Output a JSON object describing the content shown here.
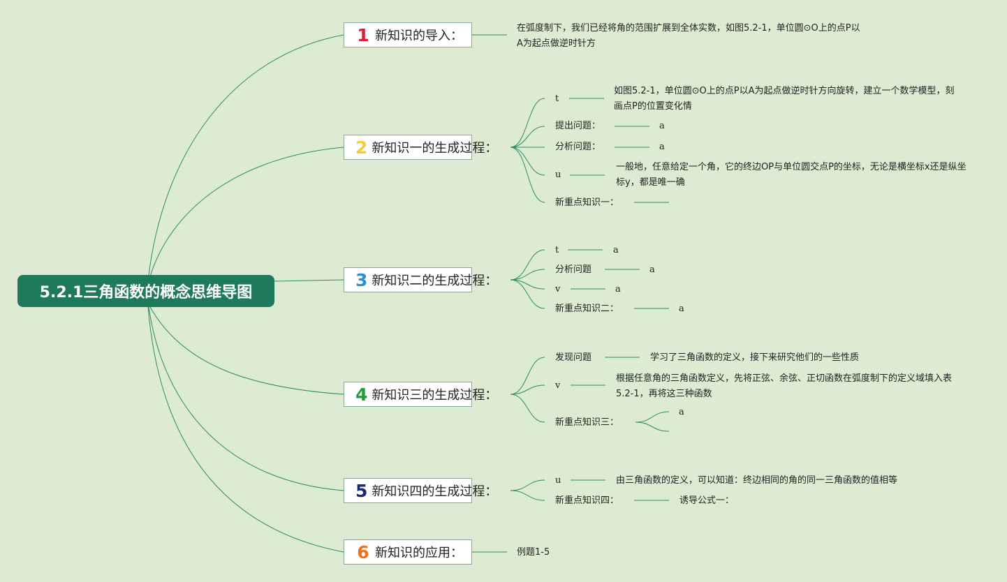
{
  "root": {
    "title": "5.2.1三角函数的概念思维导图"
  },
  "colors": {
    "background": "#dcebd2",
    "root_fill": "#1e7a5b",
    "line": "#2e8b5f",
    "num1": "#d6213c",
    "num2": "#f2cf3a",
    "num3": "#2a8fd6",
    "num4": "#2a9a3a",
    "num5": "#1d2a6e",
    "num6": "#f07020"
  },
  "branches": [
    {
      "number": "1",
      "label": "新知识的导入：",
      "children": [
        {
          "label": "",
          "value": "在弧度制下，我们已经将角的范围扩展到全体实数，如图5.2-1，单位圆⊙O上的点P以A为起点做逆时针方"
        }
      ]
    },
    {
      "number": "2",
      "label": "新知识一的生成过程：",
      "children": [
        {
          "label": "t",
          "value": "如图5.2-1，单位圆⊙O上的点P以A为起点做逆时针方向旋转，建立一个数学模型，刻画点P的位置变化情"
        },
        {
          "label": "提出问题：",
          "value": "a"
        },
        {
          "label": "分析问题：",
          "value": "a"
        },
        {
          "label": "u",
          "value": "一般地，任意给定一个角，它的终边OP与单位圆交点P的坐标，无论是横坐标x还是纵坐标y，都是唯一确"
        },
        {
          "label": "新重点知识一：",
          "value": ""
        }
      ]
    },
    {
      "number": "3",
      "label": "新知识二的生成过程：",
      "children": [
        {
          "label": "t",
          "value": "a"
        },
        {
          "label": "分析问题",
          "value": "a"
        },
        {
          "label": "v",
          "value": "a"
        },
        {
          "label": "新重点知识二：",
          "value": "a"
        }
      ]
    },
    {
      "number": "4",
      "label": "新知识三的生成过程：",
      "children": [
        {
          "label": "发现问题",
          "value": "学习了三角函数的定义，接下来研究他们的一些性质"
        },
        {
          "label": "v",
          "value": "根据任意角的三角函数定义，先将正弦、余弦、正切函数在弧度制下的定义域填入表5.2-1，再将这三种函数"
        },
        {
          "label": "新重点知识三：",
          "value": "a",
          "value2": ""
        }
      ]
    },
    {
      "number": "5",
      "label": "新知识四的生成过程：",
      "children": [
        {
          "label": "u",
          "value": "由三角函数的定义，可以知道：终边相同的角的同一三角函数的值相等"
        },
        {
          "label": "新重点知识四：",
          "value": "诱导公式一："
        }
      ]
    },
    {
      "number": "6",
      "label": "新知识的应用：",
      "children": [
        {
          "label": "",
          "value": "例题1-5"
        }
      ]
    }
  ]
}
